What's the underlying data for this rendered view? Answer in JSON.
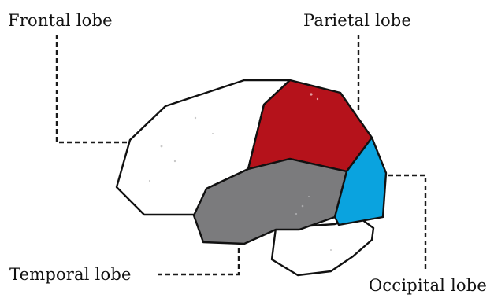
{
  "labels": {
    "frontal": "Frontal lobe",
    "parietal": "Parietal lobe",
    "temporal": "Temporal lobe",
    "occipital": "Occipital lobe"
  },
  "colors": {
    "frontal": "#ffffff",
    "parietal": "#b5121b",
    "temporal": "#7b7b7d",
    "occipital": "#0aa3df",
    "cerebellum": "#ffffff",
    "outline": "#111111"
  }
}
